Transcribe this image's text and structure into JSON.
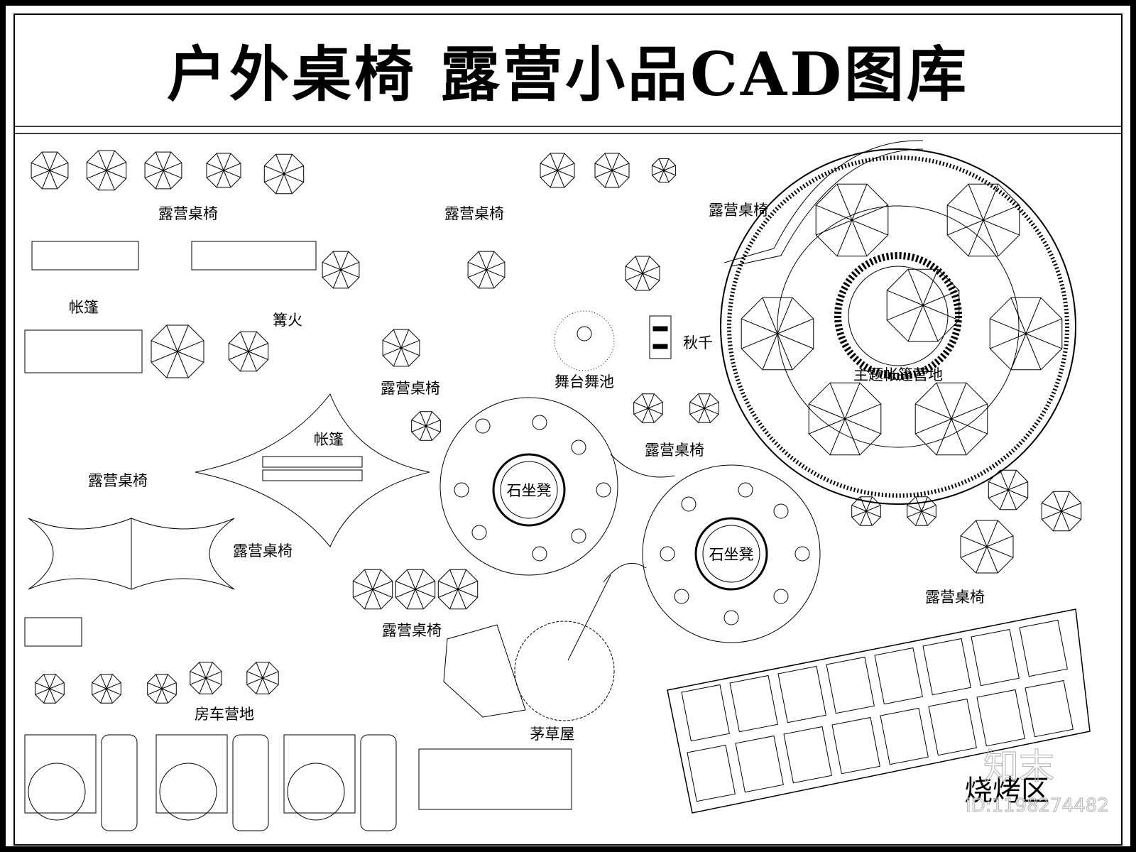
{
  "title": "户外桌椅  露营小品CAD图库",
  "labels": {
    "camp_table_1": "露营桌椅",
    "camp_table_2": "露营桌椅",
    "camp_table_3": "露营桌椅",
    "camp_table_4": "露营桌椅",
    "camp_table_5": "露营桌椅",
    "camp_table_6": "露营桌椅",
    "camp_table_7": "露营桌椅",
    "camp_table_8": "露营桌椅",
    "camp_table_9": "露营桌椅",
    "tent_1": "帐篷",
    "tent_2": "帐篷",
    "bonfire": "篝火",
    "stage": "舞台舞池",
    "swing": "秋千",
    "theme_camp": "主题帐篷营地",
    "stone_bench_1": "石坐凳",
    "stone_bench_2": "石坐凳",
    "rv_camp": "房车营地",
    "thatched_hut": "茅草屋",
    "bbq_area": "烧烤区"
  },
  "watermark": {
    "logo": "知末",
    "id": "ID:1198274482"
  },
  "colors": {
    "line": "#000000",
    "background": "#ffffff",
    "watermark": "#bbbbbb"
  }
}
